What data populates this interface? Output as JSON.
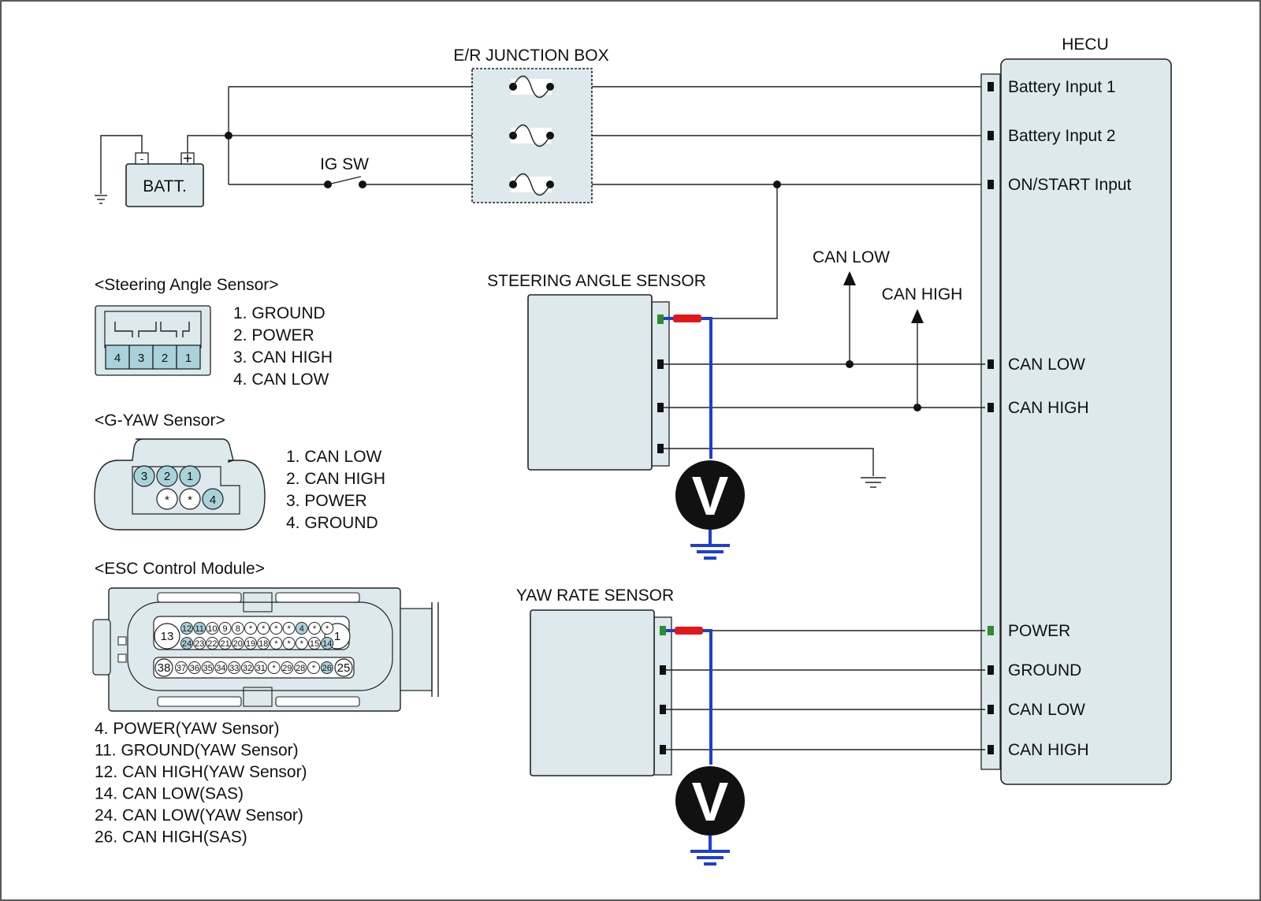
{
  "colors": {
    "power_green": "#2e8b2e",
    "meter_wire": "#1f3fd1",
    "probe_red": "#e01818",
    "box_fill": "#dde9ec",
    "pin_blue": "#a9d2da"
  },
  "labels": {
    "junction_box": "E/R JUNCTION BOX",
    "ig_sw": "IG SW",
    "battery": "BATT.",
    "batt_minus": "-",
    "batt_plus": "+",
    "hecu": "HECU",
    "steering_sensor": "STEERING ANGLE SENSOR",
    "yaw_sensor": "YAW RATE SENSOR",
    "can_low_arrow": "CAN LOW",
    "can_high_arrow": "CAN HIGH",
    "meter_symbol": "V"
  },
  "hecu_pins": [
    "Battery Input 1",
    "Battery Input 2",
    "ON/START Input",
    "CAN LOW",
    "CAN HIGH",
    "POWER",
    "GROUND",
    "CAN LOW",
    "CAN HIGH"
  ],
  "sas_legend": {
    "title": "<Steering Angle Sensor>",
    "items": [
      "1. GROUND",
      "2. POWER",
      "3. CAN HIGH",
      "4. CAN LOW"
    ],
    "pins": [
      "4",
      "3",
      "2",
      "1"
    ]
  },
  "gyaw_legend": {
    "title": "<G-YAW Sensor>",
    "items": [
      "1. CAN LOW",
      "2. CAN HIGH",
      "3. POWER",
      "4. GROUND"
    ],
    "pins_top": [
      "3",
      "2",
      "1"
    ],
    "pins_bottom": [
      "*",
      "*",
      "4"
    ]
  },
  "esc_legend": {
    "title": "<ESC Control Module>",
    "items": [
      "4. POWER(YAW Sensor)",
      "11. GROUND(YAW Sensor)",
      "12. CAN HIGH(YAW Sensor)",
      "14. CAN LOW(SAS)",
      "24. CAN LOW(YAW Sensor)",
      "26. CAN HIGH(SAS)"
    ],
    "left_big": "13",
    "right_big": "1",
    "bottom_left_big": "38",
    "bottom_right_big": "25",
    "row1": [
      "12",
      "11",
      "10",
      "9",
      "8",
      "*",
      "*",
      "*",
      "*",
      "4",
      "*",
      "*"
    ],
    "row2": [
      "24",
      "23",
      "22",
      "21",
      "20",
      "19",
      "18",
      "*",
      "*",
      "*",
      "15",
      "14"
    ],
    "row3": [
      "37",
      "36",
      "35",
      "34",
      "33",
      "32",
      "31",
      "*",
      "29",
      "28",
      "*",
      "26"
    ]
  }
}
